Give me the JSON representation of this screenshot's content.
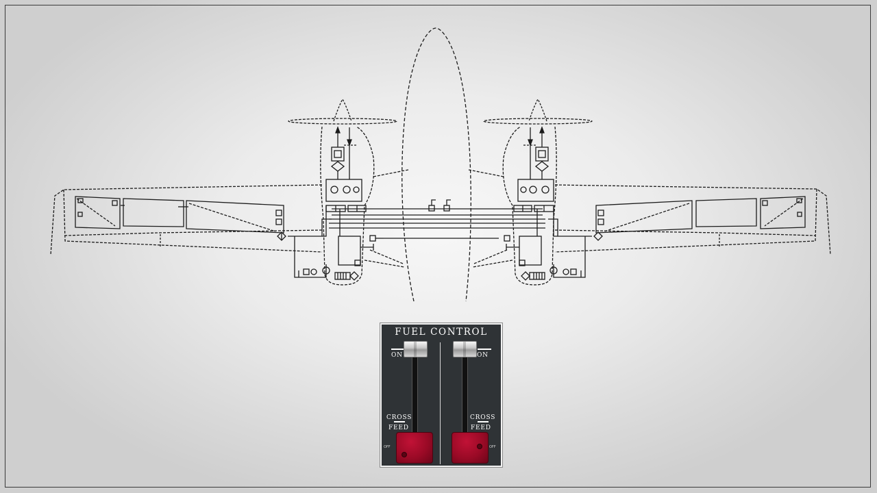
{
  "panel": {
    "title": "FUEL CONTROL",
    "left": {
      "on_label": "ON",
      "cross_label": "CROSS",
      "feed_label": "FEED",
      "off_label": "OFF"
    },
    "right": {
      "on_label": "ON",
      "cross_label": "CROSS",
      "feed_label": "FEED",
      "off_label": "OFF"
    }
  },
  "colors": {
    "panel_bg": "#2f3336",
    "lever_red": "#a00b2a",
    "line": "#1c1c1c"
  },
  "icons": [
    "aircraft-planform",
    "fuel-system-schematic",
    "fuel-lever-knob",
    "fuel-lever-handle"
  ]
}
